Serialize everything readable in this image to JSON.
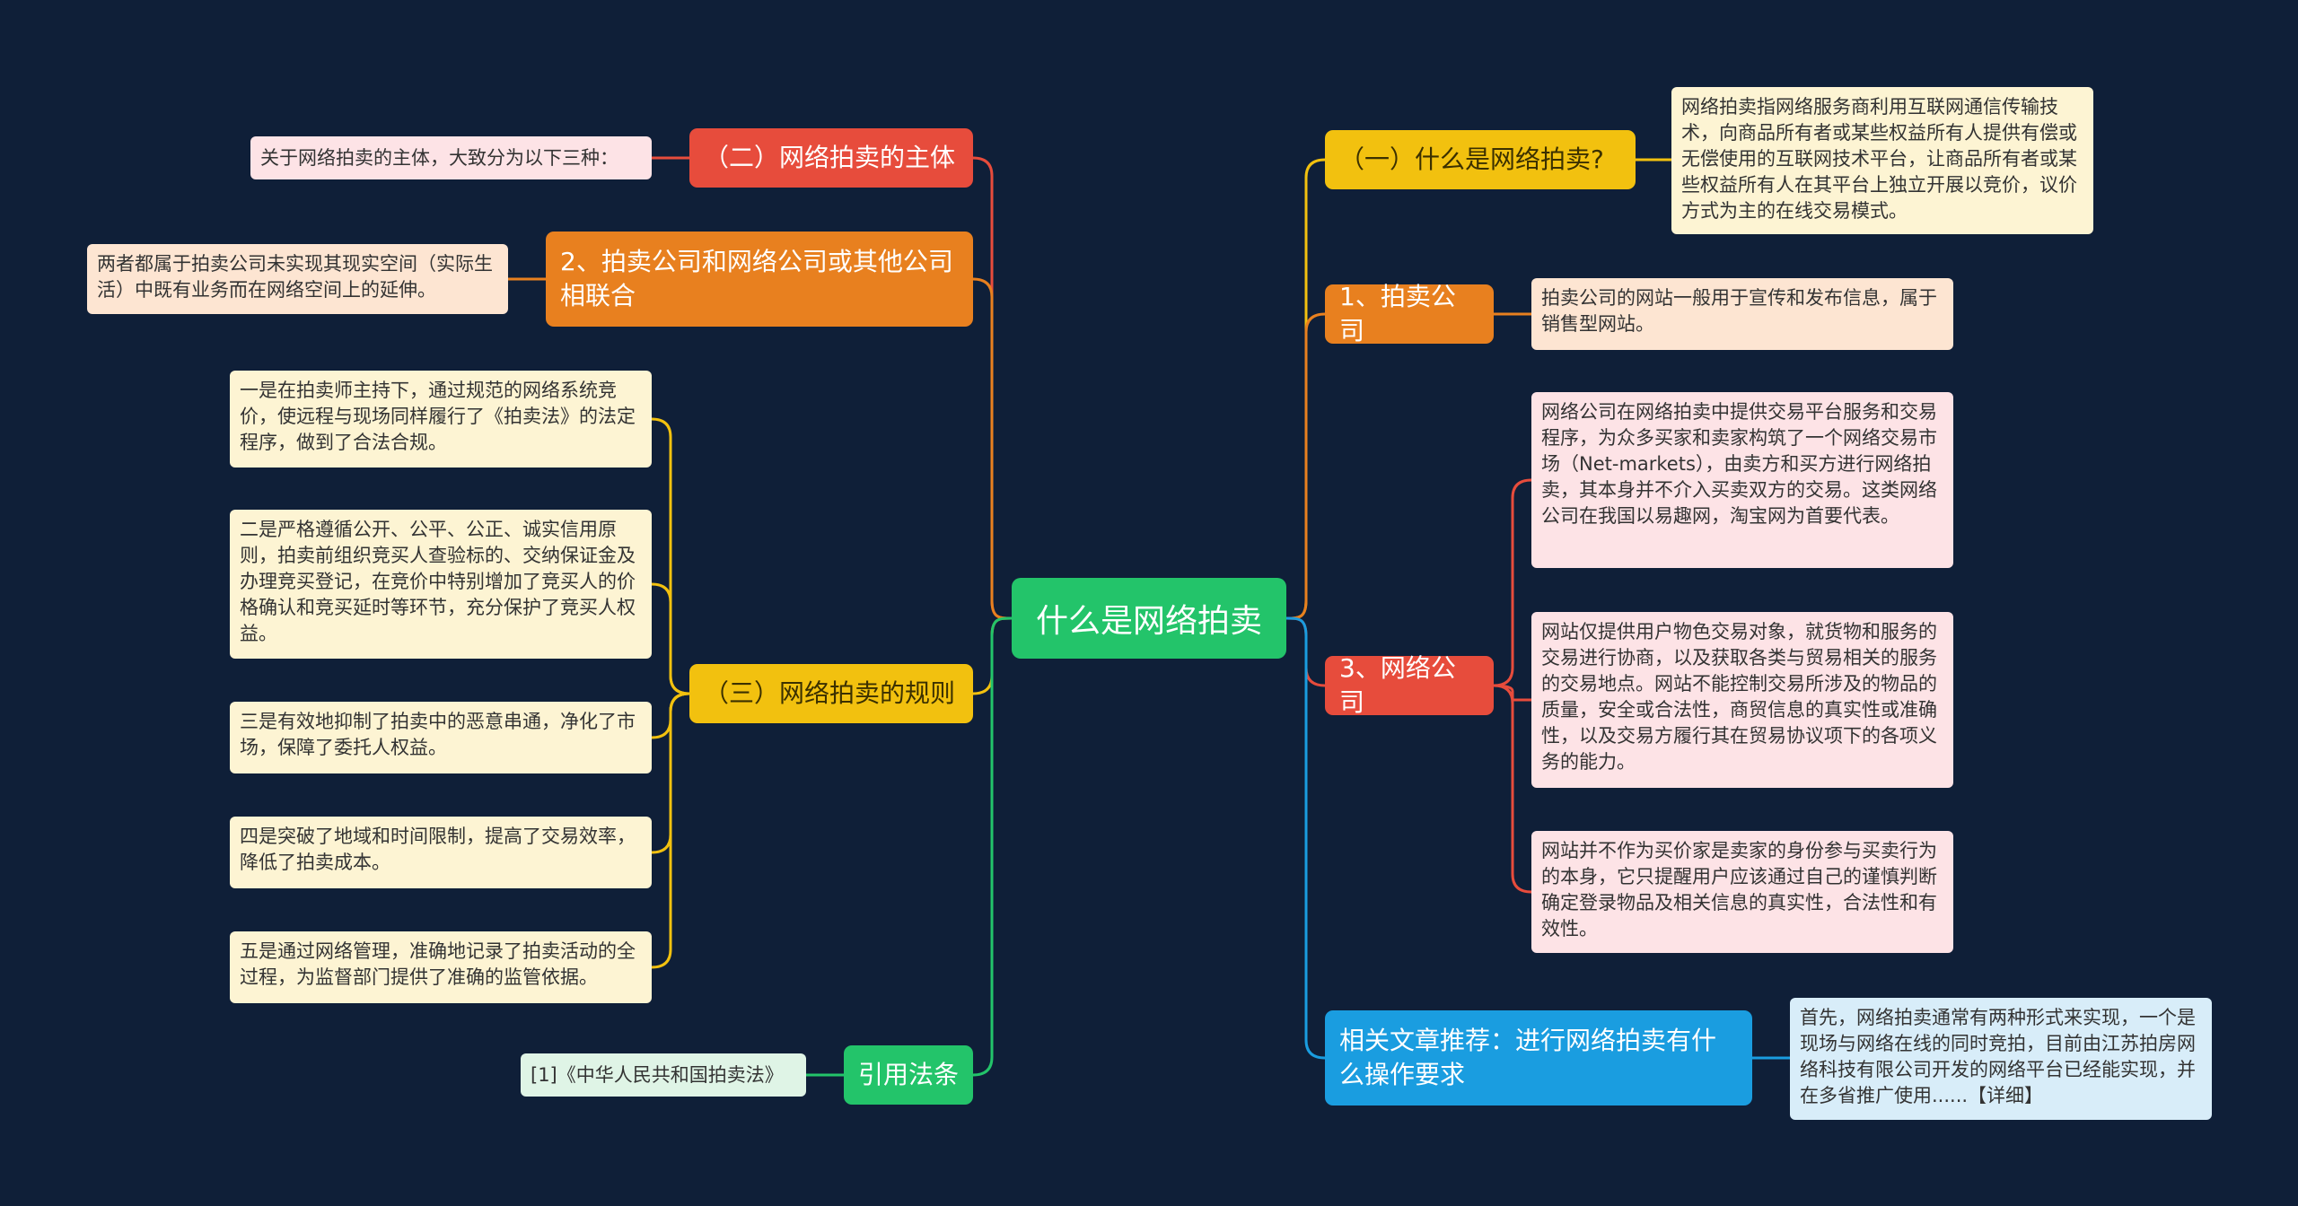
{
  "root": {
    "label": "什么是网络拍卖"
  },
  "colors": {
    "background": "#0f1f38",
    "yellow": "#f2c10f",
    "orange": "#e8801f",
    "red": "#e74c3c",
    "green": "#23c46a",
    "blue": "#1a9de0"
  },
  "right": {
    "what_is": {
      "label": "（一）什么是网络拍卖?",
      "detail": "网络拍卖指网络服务商利用互联网通信传输技术，向商品所有者或某些权益所有人提供有偿或无偿使用的互联网技术平台，让商品所有者或某些权益所有人在其平台上独立开展以竞价，议价方式为主的在线交易模式。"
    },
    "auction_company": {
      "label": "1、拍卖公司",
      "detail": "拍卖公司的网站一般用于宣传和发布信息，属于销售型网站。"
    },
    "network_company": {
      "label": "3、网络公司",
      "details": [
        "网络公司在网络拍卖中提供交易平台服务和交易程序，为众多买家和卖家构筑了一个网络交易市场（Net-markets），由卖方和买方进行网络拍卖，其本身并不介入买卖双方的交易。这类网络公司在我国以易趣网，淘宝网为首要代表。",
        "网站仅提供用户物色交易对象，就货物和服务的交易进行协商，以及获取各类与贸易相关的服务的交易地点。网站不能控制交易所涉及的物品的质量，安全或合法性，商贸信息的真实性或准确性，以及交易方履行其在贸易协议项下的各项义务的能力。",
        "网站并不作为买价家是卖家的身份参与买卖行为的本身，它只提醒用户应该通过自己的谨慎判断确定登录物品及相关信息的真实性，合法性和有效性。"
      ]
    },
    "related": {
      "label": "相关文章推荐：进行网络拍卖有什么操作要求",
      "detail": "首先，网络拍卖通常有两种形式来实现，一个是现场与网络在线的同时竞拍，目前由江苏拍房网络科技有限公司开发的网络平台已经能实现，并在多省推广使用......【详细】"
    }
  },
  "left": {
    "subject": {
      "label": "（二）网络拍卖的主体",
      "detail": "关于网络拍卖的主体，大致分为以下三种："
    },
    "combined": {
      "label": "2、拍卖公司和网络公司或其他公司相联合",
      "detail": "两者都属于拍卖公司未实现其现实空间（实际生活）中既有业务而在网络空间上的延伸。"
    },
    "rules": {
      "label": "（三）网络拍卖的规则",
      "details": [
        "一是在拍卖师主持下，通过规范的网络系统竞价，使远程与现场同样履行了《拍卖法》的法定程序，做到了合法合规。",
        "二是严格遵循公开、公平、公正、诚实信用原则，拍卖前组织竞买人查验标的、交纳保证金及办理竞买登记，在竞价中特别增加了竞买人的价格确认和竞买延时等环节，充分保护了竞买人权益。",
        "三是有效地抑制了拍卖中的恶意串通，净化了市场，保障了委托人权益。",
        "四是突破了地域和时间限制，提高了交易效率，降低了拍卖成本。",
        "五是通过网络管理，准确地记录了拍卖活动的全过程，为监督部门提供了准确的监管依据。"
      ]
    },
    "law": {
      "label": "引用法条",
      "detail": "[1]《中华人民共和国拍卖法》"
    }
  }
}
